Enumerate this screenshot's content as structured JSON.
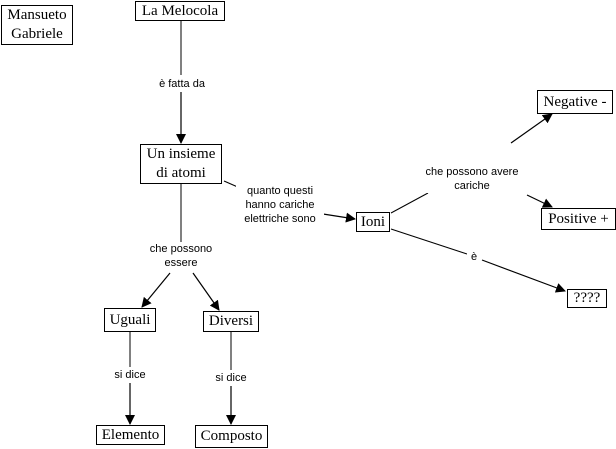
{
  "concepts": {
    "author": "Mansueto\nGabriele",
    "melocola": "La Melocola",
    "insieme": "Un insieme\ndi atomi",
    "ioni": "Ioni",
    "negative": "Negative -",
    "positive": "Positive +",
    "unknown": "????",
    "uguali": "Uguali",
    "diversi": "Diversi",
    "elemento": "Elemento",
    "composto": "Composto"
  },
  "links": {
    "fatta_da": "è fatta da",
    "cariche_elettriche": "quanto questi\nhanno cariche\nelettriche sono",
    "possono_avere": "che possono avere\ncariche",
    "e": "è",
    "possono_essere": "che possono\nessere",
    "si_dice_1": "si dice",
    "si_dice_2": "si dice"
  },
  "colors": {
    "line": "#000000",
    "background": "#ffffff"
  }
}
